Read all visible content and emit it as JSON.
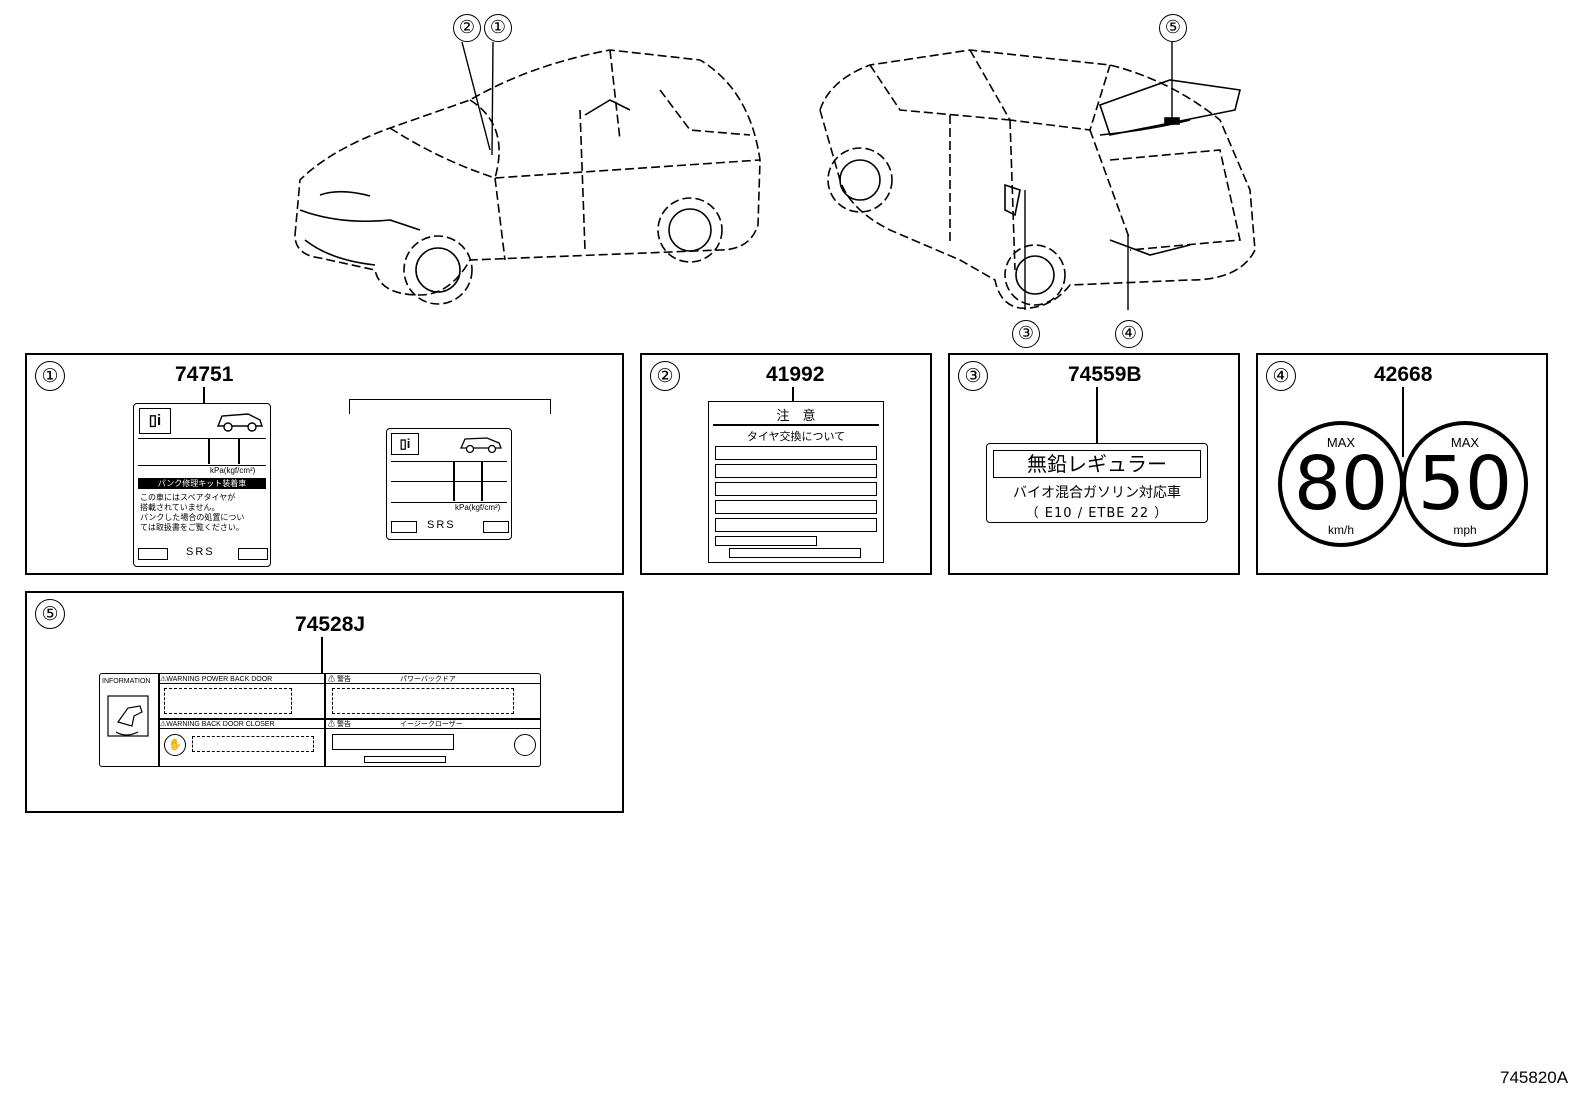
{
  "diagram_id": "745820A",
  "callouts": [
    "①",
    "②",
    "③",
    "④",
    "⑤"
  ],
  "panels": [
    {
      "index": "①",
      "part_number": "74751",
      "label_a": {
        "unit": "kPa(kgf/cm²)",
        "heading": "パンク修理キット装着車",
        "lines": [
          "この車にはスペアタイヤが",
          "搭載されていません。",
          "パンクした場合の処置につい",
          "ては取扱書をご覧ください。"
        ],
        "srs": "SRS"
      },
      "label_b": {
        "unit": "kPa(kgf/cm²)",
        "srs": "SRS"
      }
    },
    {
      "index": "②",
      "part_number": "41992",
      "title": "注　意",
      "subtitle": "タイヤ交換について"
    },
    {
      "index": "③",
      "part_number": "74559B",
      "main_text": "無鉛レギュラー",
      "line2": "バイオ混合ガソリン対応車",
      "line3": "（ E10 / ETBE 22 ）"
    },
    {
      "index": "④",
      "part_number": "42668",
      "signs": [
        {
          "top": "MAX",
          "value": "80",
          "unit": "km/h"
        },
        {
          "top": "MAX",
          "value": "50",
          "unit": "mph"
        }
      ]
    },
    {
      "index": "⑤",
      "part_number": "74528J",
      "cells": {
        "info": "INFORMATION",
        "warn1": "⚠WARNING POWER BACK DOOR",
        "jp1a": "⚠ 警告",
        "jp1b": "パワーバックドア",
        "warn2": "⚠WARNING BACK DOOR CLOSER",
        "jp2a": "⚠ 警告",
        "jp2b": "イージークローザー"
      }
    }
  ]
}
